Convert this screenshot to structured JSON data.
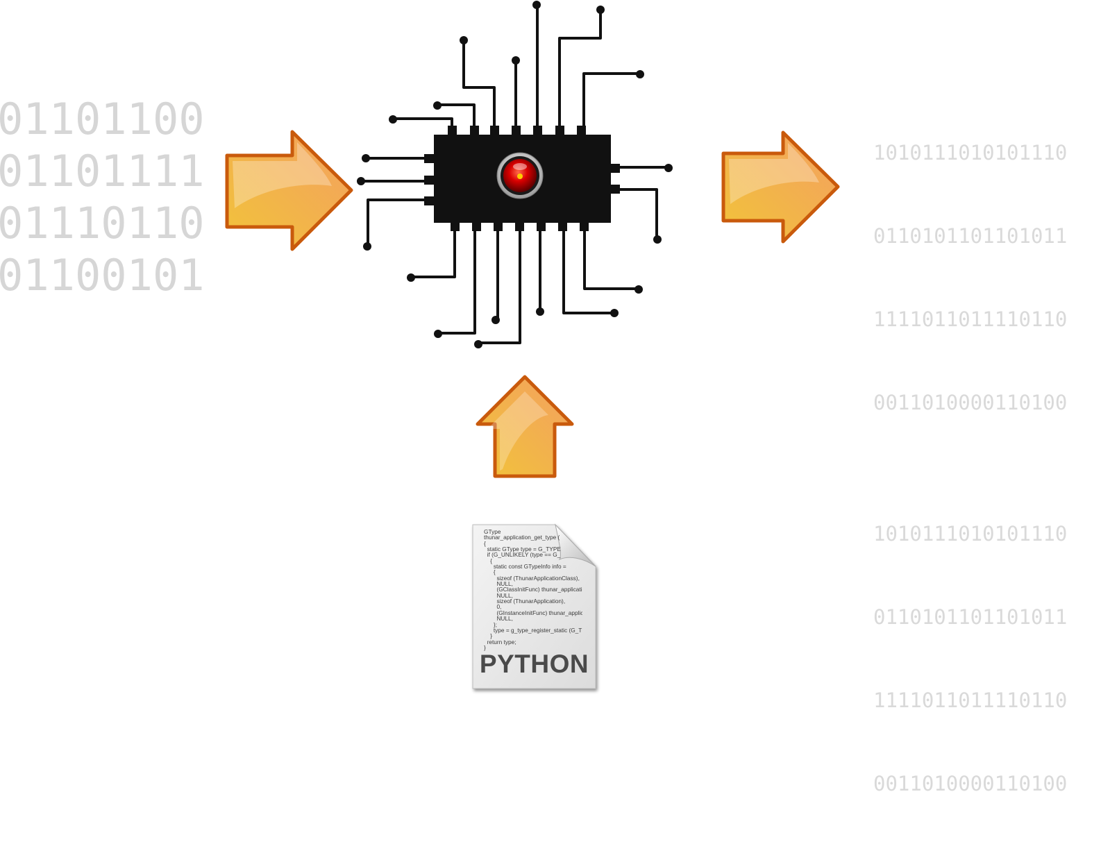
{
  "input_binary": [
    "01101100",
    "01101111",
    "01110110",
    "01100101"
  ],
  "output_binary": {
    "block1": [
      "1010111010101110",
      "0110101101101011",
      "1111011011110110",
      "0011010000110100"
    ],
    "block2": [
      "1010111010101110",
      "0110101101101011",
      "1111011011110110",
      "0011010000110100"
    ]
  },
  "source_file": {
    "code_lines": [
      "GType",
      "thunar_application_get_type (",
      "{",
      "  static GType type = G_TYPE",
      "  if (G_UNLIKELY (type == G_",
      "    {",
      "      static const GTypeInfo info =",
      "      {",
      "        sizeof (ThunarApplicationClass),",
      "        NULL,",
      "        (GClassInitFunc) thunar_applicatio",
      "        NULL,",
      "        sizeof (ThunarApplication),",
      "        0,",
      "        (GInstanceInitFunc) thunar_applic",
      "        NULL,",
      "      };",
      "      type = g_type_register_static (G_T",
      "    }",
      "  return type;",
      "}"
    ],
    "label": "PYTHON"
  },
  "icons": {
    "chip": "microchip-icon",
    "arrows": [
      "arrow-right-icon",
      "arrow-right-icon",
      "arrow-up-icon"
    ],
    "document": "source-code-document-icon"
  },
  "colors": {
    "arrow_fill": "#f2a94a",
    "arrow_stroke": "#c95a0c",
    "chip_body": "#111111",
    "chip_eye": "#d90000",
    "binary_text": "#d6d6d6"
  }
}
